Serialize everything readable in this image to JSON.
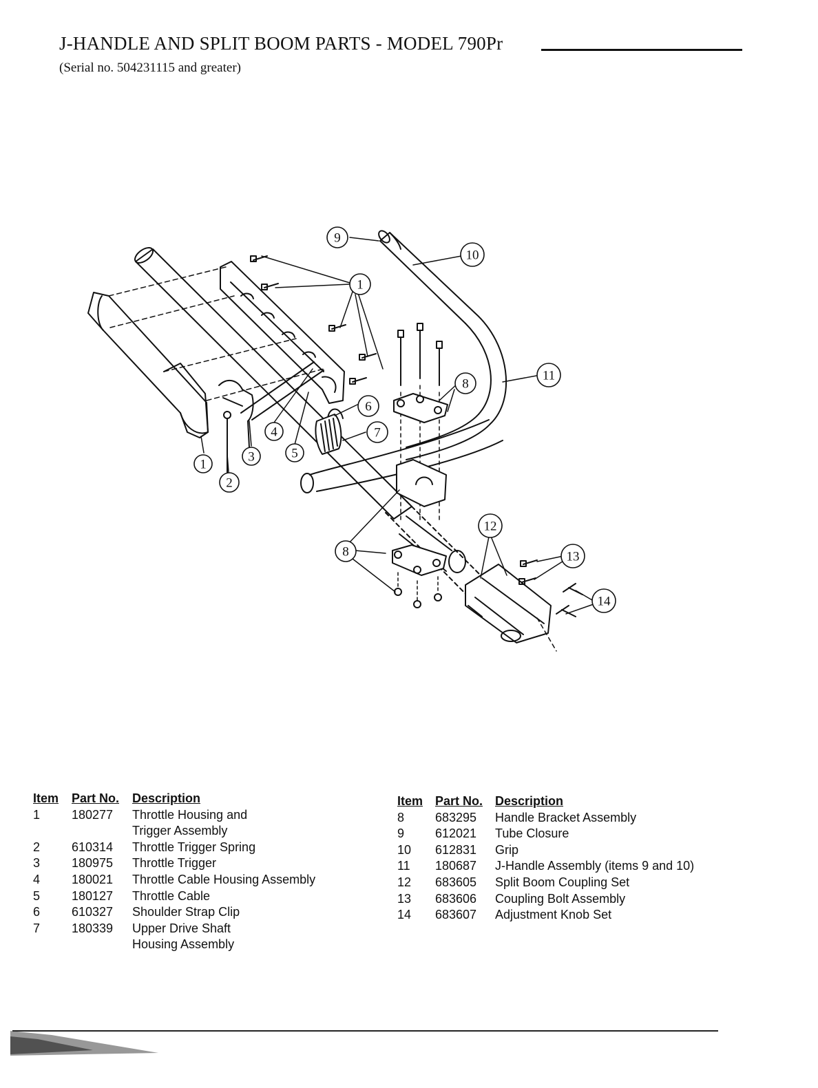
{
  "header": {
    "title": "J-HANDLE AND SPLIT BOOM PARTS - MODEL 790Pr",
    "subtitle": "(Serial no. 504231115 and greater)"
  },
  "diagram": {
    "callouts": [
      "1",
      "2",
      "3",
      "4",
      "5",
      "6",
      "7",
      "8",
      "9",
      "10",
      "11",
      "12",
      "13",
      "14"
    ]
  },
  "table_headers": {
    "item": "Item",
    "part_no": "Part No.",
    "description": "Description"
  },
  "parts_left": [
    {
      "item": "1",
      "part_no": "180277",
      "description": "Throttle Housing and",
      "description_cont": "Trigger Assembly"
    },
    {
      "item": "2",
      "part_no": "610314",
      "description": "Throttle Trigger Spring"
    },
    {
      "item": "3",
      "part_no": "180975",
      "description": "Throttle Trigger"
    },
    {
      "item": "4",
      "part_no": "180021",
      "description": "Throttle Cable Housing Assembly"
    },
    {
      "item": "5",
      "part_no": "180127",
      "description": "Throttle Cable"
    },
    {
      "item": "6",
      "part_no": "610327",
      "description": "Shoulder Strap Clip"
    },
    {
      "item": "7",
      "part_no": "180339",
      "description": "Upper Drive Shaft",
      "description_cont": "Housing Assembly"
    }
  ],
  "parts_right": [
    {
      "item": "8",
      "part_no": "683295",
      "description": "Handle Bracket Assembly"
    },
    {
      "item": "9",
      "part_no": "612021",
      "description": "Tube Closure"
    },
    {
      "item": "10",
      "part_no": "612831",
      "description": "Grip"
    },
    {
      "item": "11",
      "part_no": "180687",
      "description": "J-Handle Assembly (items 9 and 10)"
    },
    {
      "item": "12",
      "part_no": "683605",
      "description": "Split Boom Coupling Set"
    },
    {
      "item": "13",
      "part_no": "683606",
      "description": "Coupling Bolt Assembly"
    },
    {
      "item": "14",
      "part_no": "683607",
      "description": "Adjustment Knob Set"
    }
  ]
}
